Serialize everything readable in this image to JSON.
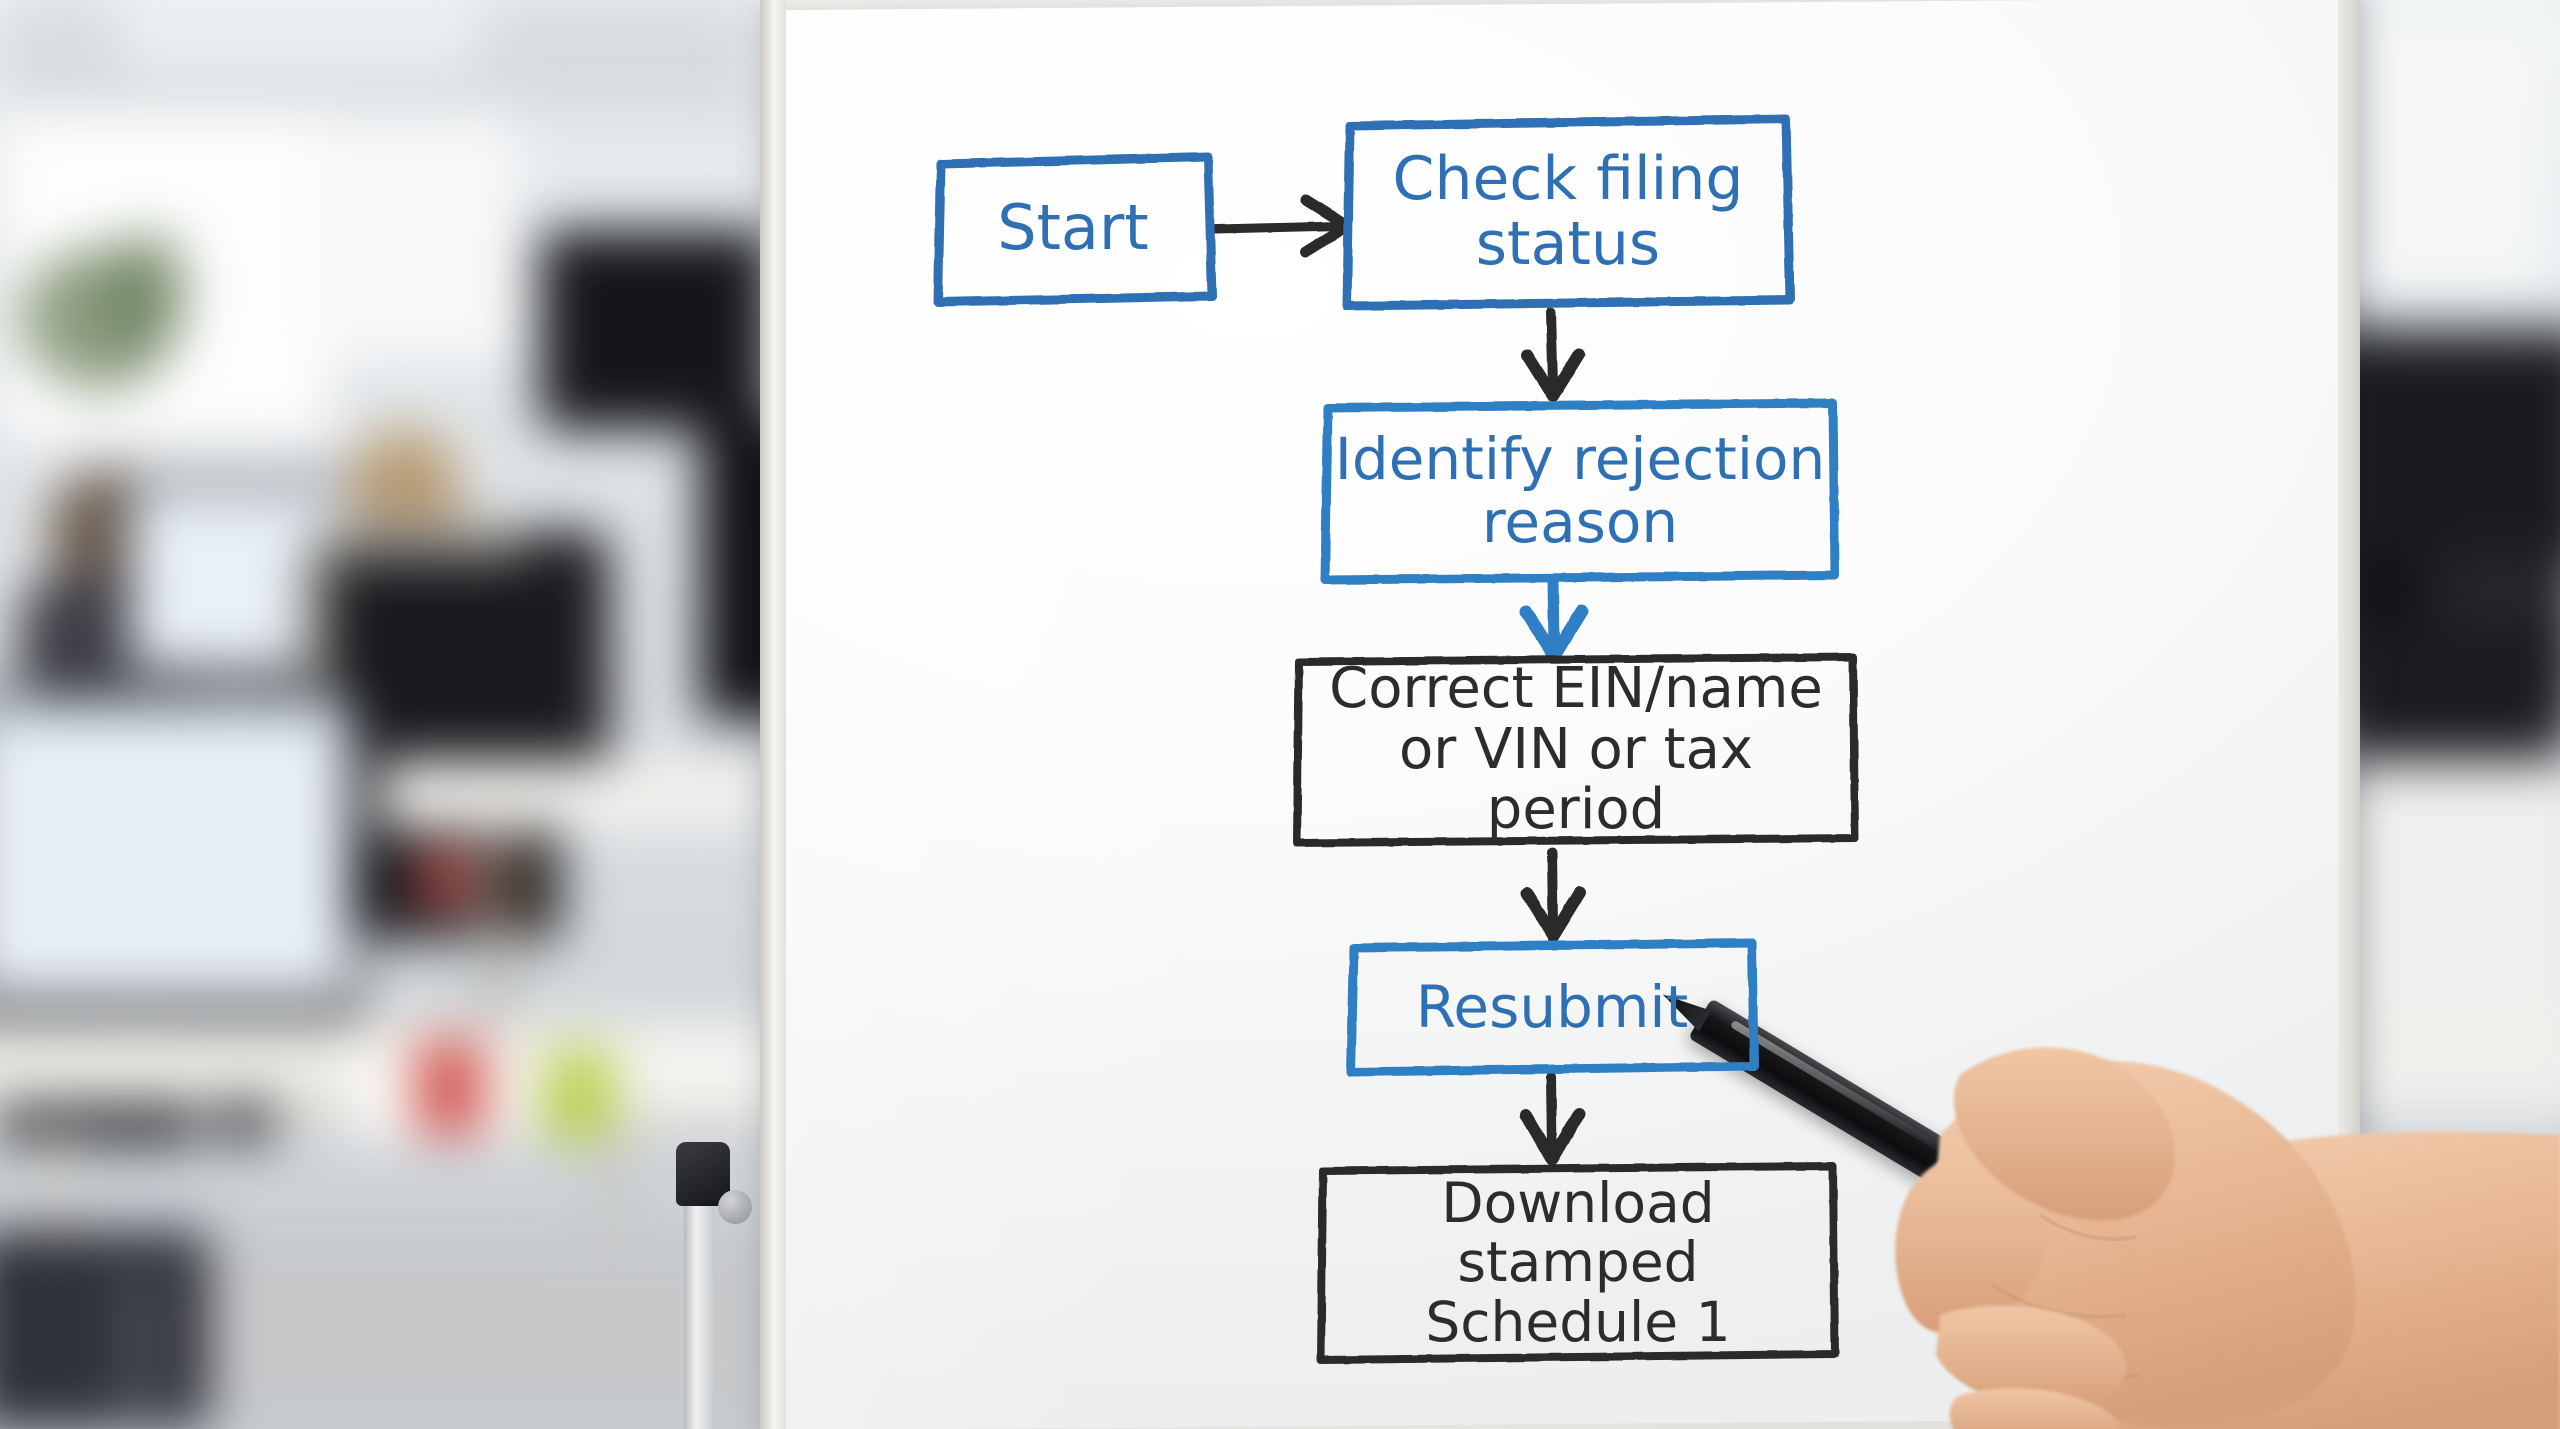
{
  "scene": {
    "title": "Whiteboard flowchart on flipchart easel in open-plan office",
    "surface": "whiteboard",
    "marker_colors": {
      "blue": "#2f6fb3",
      "black": "#2c2c2c"
    },
    "board_color": "#fbfbfb",
    "frame_color": "#e7e6e2"
  },
  "flowchart": {
    "type": "flowchart",
    "orientation": "top-to-bottom",
    "nodes": [
      {
        "id": "start",
        "label": "Start",
        "ink": "blue"
      },
      {
        "id": "check",
        "label": "Check filing\nstatus",
        "ink": "blue"
      },
      {
        "id": "ident",
        "label": "Identify rejection\nreason",
        "ink": "blue"
      },
      {
        "id": "correct",
        "label": "Correct EIN/name\nor VIN or tax period",
        "ink": "black"
      },
      {
        "id": "resubmit",
        "label": "Resubmit",
        "ink": "blue"
      },
      {
        "id": "download",
        "label": "Download stamped\nSchedule 1",
        "ink": "black"
      }
    ],
    "node_labels": {
      "start": "Start",
      "check_line1": "Check filing",
      "check_line2": "status",
      "ident_line1": "Identify rejection",
      "ident_line2": "reason",
      "correct_line1": "Correct EIN/name",
      "correct_line2": "or VIN or tax period",
      "resubmit": "Resubmit",
      "download_line1": "Download stamped",
      "download_line2": "Schedule 1"
    },
    "edges": [
      {
        "from": "start",
        "to": "check",
        "ink": "black",
        "direction": "right"
      },
      {
        "from": "check",
        "to": "ident",
        "ink": "black",
        "direction": "down"
      },
      {
        "from": "ident",
        "to": "correct",
        "ink": "blue",
        "direction": "down"
      },
      {
        "from": "correct",
        "to": "resubmit",
        "ink": "black",
        "direction": "down"
      },
      {
        "from": "resubmit",
        "to": "download",
        "ink": "black",
        "direction": "down"
      }
    ]
  },
  "hand": {
    "description": "right hand holding a black dry-erase marker",
    "pen_color": "#17171a",
    "skin_color": "#e8b894"
  },
  "office_background": {
    "description": "blurred open-plan office with monitors, desks and seated people",
    "items": [
      "monitor",
      "monitor",
      "desk",
      "desk",
      "office-chair",
      "red-cup",
      "green-cup",
      "papers",
      "keyboard",
      "mouse",
      "plant",
      "window"
    ]
  }
}
